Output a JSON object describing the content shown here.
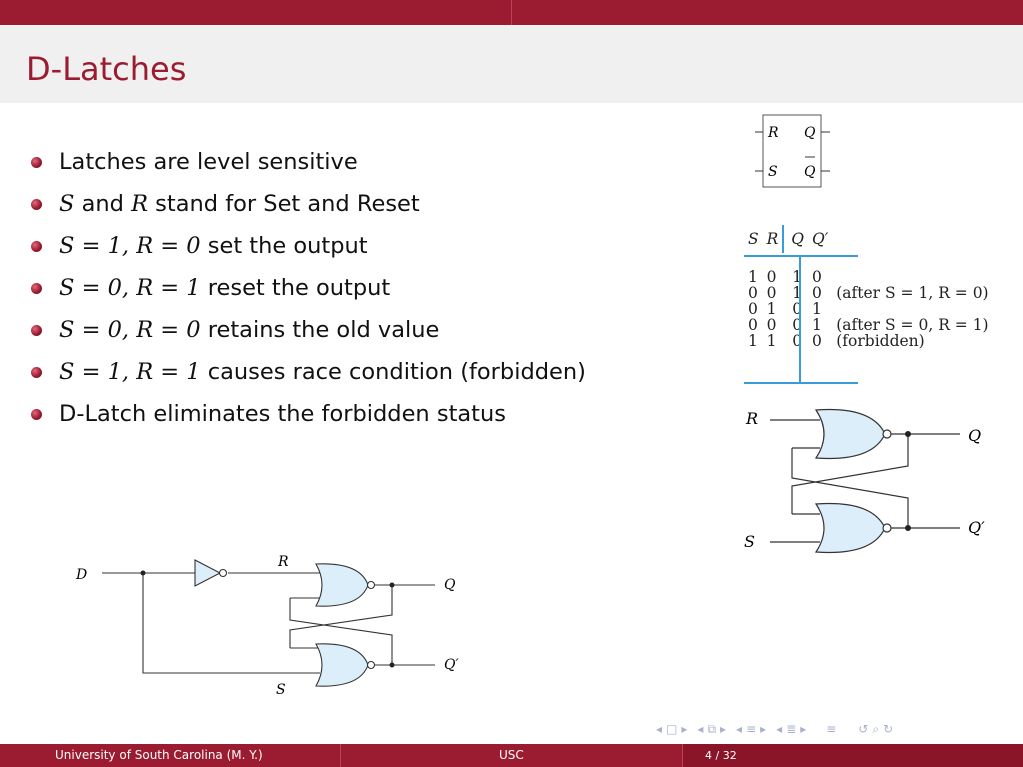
{
  "slide": {
    "title": "D-Latches",
    "bullets": [
      {
        "parts": [
          {
            "t": "text",
            "v": "Latches are level sensitive"
          }
        ]
      },
      {
        "parts": [
          {
            "t": "math",
            "v": "S"
          },
          {
            "t": "text",
            "v": " and "
          },
          {
            "t": "math",
            "v": "R"
          },
          {
            "t": "text",
            "v": " stand for Set and Reset"
          }
        ]
      },
      {
        "parts": [
          {
            "t": "math",
            "v": "S = 1, R = 0"
          },
          {
            "t": "text",
            "v": " set the output"
          }
        ]
      },
      {
        "parts": [
          {
            "t": "math",
            "v": "S = 0, R = 1"
          },
          {
            "t": "text",
            "v": " reset the output"
          }
        ]
      },
      {
        "parts": [
          {
            "t": "math",
            "v": "S = 0, R = 0"
          },
          {
            "t": "text",
            "v": " retains the old value"
          }
        ]
      },
      {
        "parts": [
          {
            "t": "math",
            "v": "S = 1, R = 1"
          },
          {
            "t": "text",
            "v": " causes race condition (forbidden)"
          }
        ]
      },
      {
        "parts": [
          {
            "t": "text",
            "v": "D-Latch eliminates the forbidden status"
          }
        ]
      }
    ]
  },
  "latch_symbol": {
    "r": "R",
    "q": "Q",
    "s": "S",
    "qbar": "Q"
  },
  "truth_table": {
    "headers": [
      "S",
      "R",
      "Q",
      "Q′"
    ],
    "rows": [
      [
        "1",
        "0",
        "1",
        "0",
        ""
      ],
      [
        "0",
        "0",
        "1",
        "0",
        "(after S = 1, R = 0)"
      ],
      [
        "0",
        "1",
        "0",
        "1",
        ""
      ],
      [
        "0",
        "0",
        "0",
        "1",
        "(after S = 0, R = 1)"
      ],
      [
        "1",
        "1",
        "0",
        "0",
        "(forbidden)"
      ]
    ]
  },
  "sr_latch_diagram": {
    "r": "R",
    "s": "S",
    "q": "Q",
    "qp": "Q′"
  },
  "d_latch_diagram": {
    "d": "D",
    "r": "R",
    "s": "S",
    "q": "Q",
    "qp": "Q′"
  },
  "footer": {
    "left": "University of South Carolina  (M. Y.)",
    "center": "USC",
    "page": "4 / 32"
  },
  "nav_icons": [
    "nav-prev-frame-icon",
    "nav-frame-icon",
    "nav-next-frame-icon",
    "nav-prev-subsection-icon",
    "nav-subsection-icon",
    "nav-next-subsection-icon",
    "nav-prev-section-icon",
    "nav-section-icon",
    "nav-next-section-icon",
    "nav-toc-icon",
    "nav-back-icon",
    "nav-search-icon",
    "nav-forward-icon"
  ],
  "colors": {
    "accent": "#9b1c31",
    "gate_fill": "#dceefa",
    "table_rule": "#3a9bd9"
  }
}
